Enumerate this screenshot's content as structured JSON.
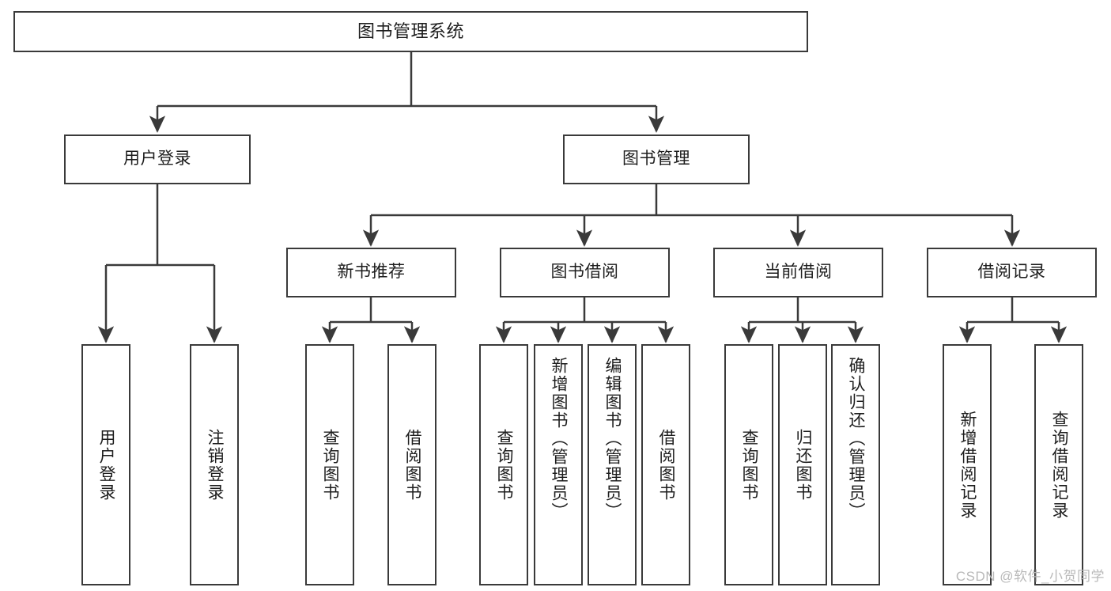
{
  "diagram": {
    "title": "图书管理系统",
    "watermark": "CSDN @软件_小贺同学",
    "colors": {
      "stroke": "#3a3a3a",
      "text": "#1d1d1d",
      "background": "#ffffff",
      "watermark": "#b9b9b9"
    },
    "root": {
      "label": "图书管理系统"
    },
    "level2": [
      {
        "label": "用户登录"
      },
      {
        "label": "图书管理"
      }
    ],
    "level3": [
      {
        "label": "新书推荐"
      },
      {
        "label": "图书借阅"
      },
      {
        "label": "当前借阅"
      },
      {
        "label": "借阅记录"
      }
    ],
    "leaves": {
      "user_login": [
        {
          "label": "用户登录"
        },
        {
          "label": "注销登录"
        }
      ],
      "new_book_recommend": [
        {
          "label": "查询图书"
        },
        {
          "label": "借阅图书"
        }
      ],
      "book_borrow": [
        {
          "label": "查询图书"
        },
        {
          "label": "新增图书（管理员）"
        },
        {
          "label": "编辑图书（管理员）"
        },
        {
          "label": "借阅图书"
        }
      ],
      "current_borrow": [
        {
          "label": "查询图书"
        },
        {
          "label": "归还图书"
        },
        {
          "label": "确认归还（管理员）"
        }
      ],
      "borrow_record": [
        {
          "label": "新增借阅记录"
        },
        {
          "label": "查询借阅记录"
        }
      ]
    }
  }
}
